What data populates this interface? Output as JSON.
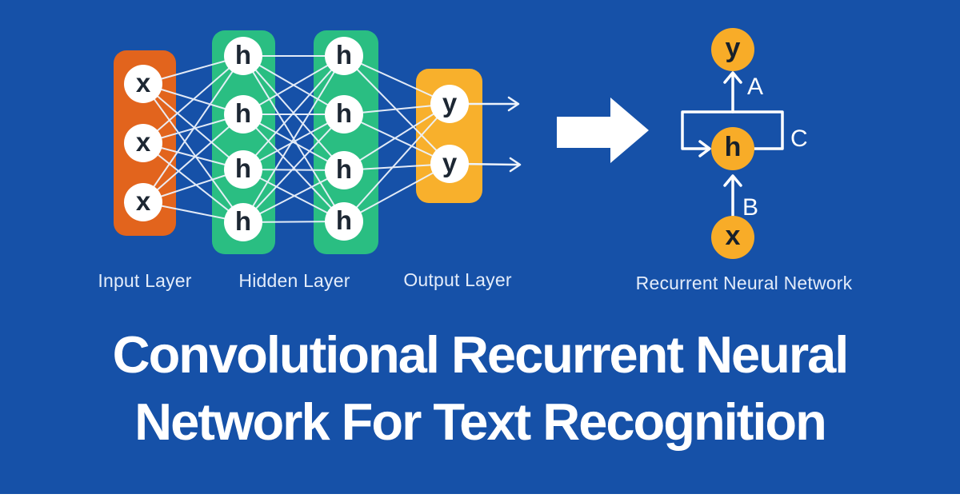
{
  "colors": {
    "background": "#1651a8",
    "input_layer": "#e2641d",
    "hidden_layer": "#2abe82",
    "output_layer": "#f8b02c",
    "rnn_node": "#f8ac28",
    "node_text": "#1d2733",
    "connection_line": "#edf3fc",
    "label_text": "#e3ecfa",
    "title_text": "#ffffff",
    "footer_strip": "#ffffff"
  },
  "network": {
    "layers": [
      {
        "name": "input",
        "label": "Input Layer",
        "nodes": [
          "x",
          "x",
          "x"
        ]
      },
      {
        "name": "hidden1",
        "label": "Hidden Layer",
        "nodes": [
          "h",
          "h",
          "h",
          "h"
        ]
      },
      {
        "name": "hidden2",
        "nodes": [
          "h",
          "h",
          "h",
          "h"
        ]
      },
      {
        "name": "output",
        "label": "Output Layer",
        "nodes": [
          "y",
          "y"
        ]
      }
    ]
  },
  "rnn": {
    "label": "Recurrent Neural Network",
    "nodes": {
      "top": "y",
      "middle": "h",
      "bottom": "x"
    },
    "edges": {
      "a": "A",
      "b": "B",
      "c": "C"
    }
  },
  "title": {
    "line1": "Convolutional Recurrent Neural",
    "line2": "Network For Text Recognition"
  }
}
